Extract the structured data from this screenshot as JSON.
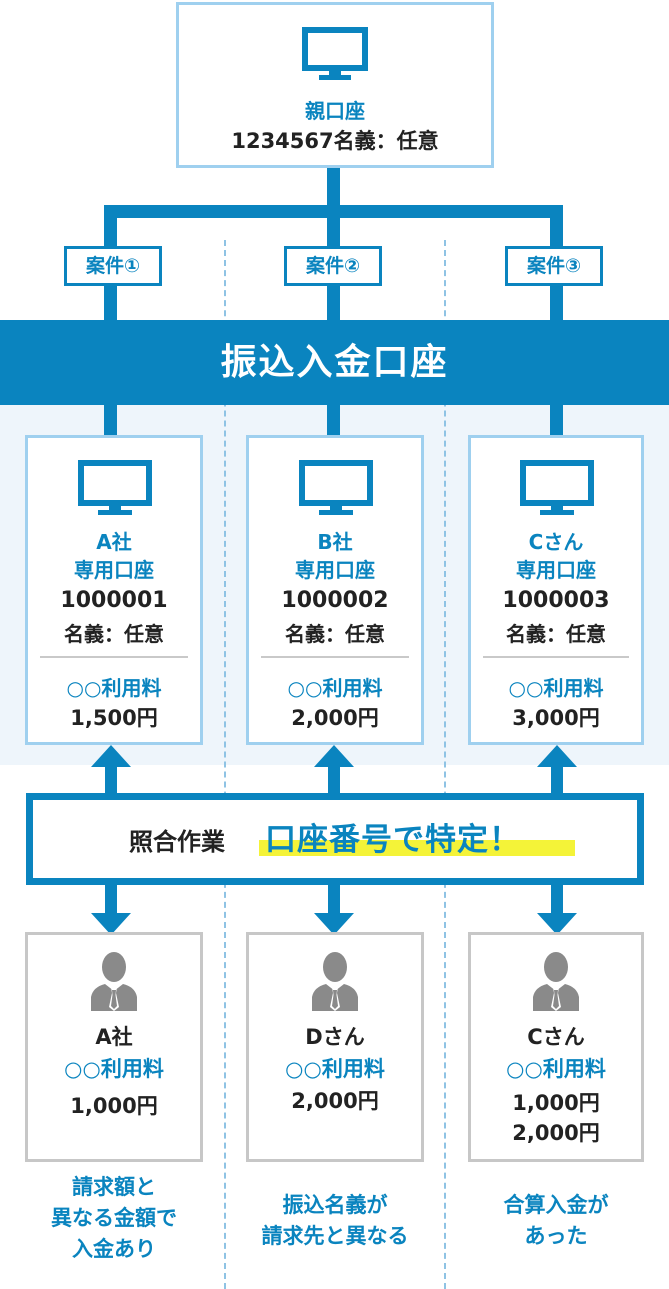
{
  "parent": {
    "icon": "monitor-icon",
    "title": "親口座",
    "sub": "1234567名義：任意"
  },
  "cases": [
    {
      "label": "案件①"
    },
    {
      "label": "案件②"
    },
    {
      "label": "案件③"
    }
  ],
  "band_title": "振込入金口座",
  "accounts": [
    {
      "name": "A社",
      "type": "専用口座",
      "number": "1000001",
      "holder": "名義：任意",
      "fee_label": "○○利用料",
      "amount": "1,500円"
    },
    {
      "name": "B社",
      "type": "専用口座",
      "number": "1000002",
      "holder": "名義：任意",
      "fee_label": "○○利用料",
      "amount": "2,000円"
    },
    {
      "name": "Cさん",
      "type": "専用口座",
      "number": "1000003",
      "holder": "名義：任意",
      "fee_label": "○○利用料",
      "amount": "3,000円"
    }
  ],
  "work": {
    "label": "照合作業",
    "highlight": "口座番号で特定！"
  },
  "payers": [
    {
      "name": "A社",
      "fee_label": "○○利用料",
      "amounts": [
        "1,000円"
      ]
    },
    {
      "name": "Dさん",
      "fee_label": "○○利用料",
      "amounts": [
        "2,000円"
      ]
    },
    {
      "name": "Cさん",
      "fee_label": "○○利用料",
      "amounts": [
        "1,000円",
        "2,000円"
      ]
    }
  ],
  "notes": [
    {
      "lines": [
        "請求額と",
        "異なる金額で",
        "入金あり"
      ]
    },
    {
      "lines": [
        "振込名義が",
        "請求先と異なる"
      ]
    },
    {
      "lines": [
        "合算入金が",
        "あった"
      ]
    }
  ],
  "colors": {
    "primary": "#0a84bf",
    "light_border": "#9fd0ef",
    "highlight": "#f4f338",
    "person_border": "#c7c7c7"
  }
}
